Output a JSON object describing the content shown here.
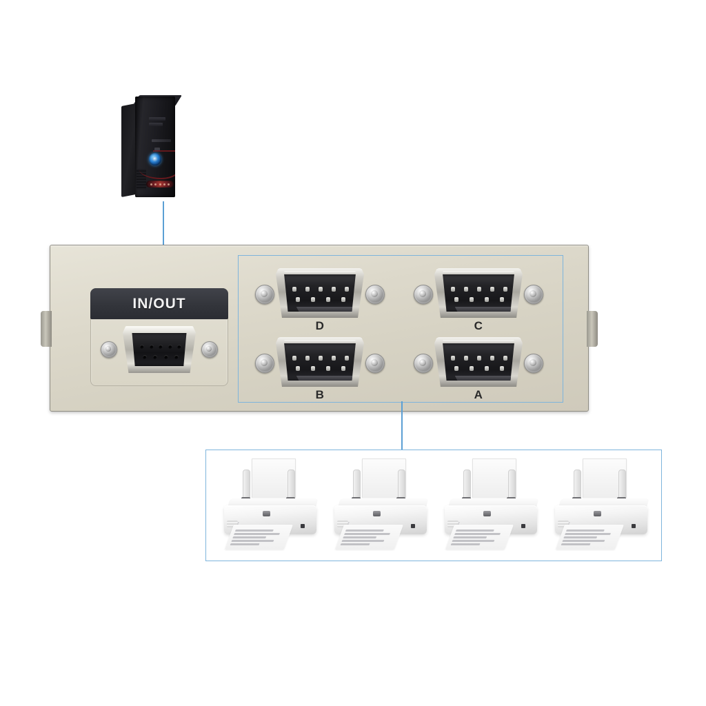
{
  "document": {
    "title": "4-Port DB9 Serial Switch Box Connection Diagram",
    "background_color": "#ffffff"
  },
  "colors": {
    "panel_beige": "#ddd9cb",
    "panel_border": "#8e8c83",
    "header_dark": "#33353b",
    "callout_blue": "#7db4dc",
    "lead_line_blue": "#5b9fd4",
    "label_text": "#2a2a2a",
    "pc_black": "#1c1c21",
    "pc_accent_red": "#6b1a1e",
    "pc_power_blue": "#2b84d8",
    "printer_white": "#f4f4f4"
  },
  "source_device": {
    "name": "pc-tower",
    "type": "desktop computer tower",
    "body_color": "#1c1c21",
    "power_button_color": "#2b84d8",
    "accent_color": "#6b1a1e"
  },
  "leads": [
    {
      "name": "pc-to-inout-lead",
      "color": "#5b9fd4",
      "from": "pc-tower",
      "to": "inout-port"
    },
    {
      "name": "ports-to-printers-lead",
      "color": "#5b9fd4",
      "from": "ports-group",
      "to": "printers-group"
    }
  ],
  "switch_panel": {
    "name": "db9-switch-panel",
    "body_color": "#ddd9cb",
    "inout": {
      "header_label": "IN/OUT",
      "connector_type": "DB9 female",
      "hole_rows": [
        5,
        4
      ],
      "screw_posts": 2
    },
    "ports_group": {
      "border_color": "#7db4dc",
      "ports": [
        {
          "label": "D",
          "row": "top",
          "column": "left",
          "connector_type": "DB9 male",
          "pin_rows": [
            5,
            4
          ],
          "screw_posts": 2
        },
        {
          "label": "C",
          "row": "top",
          "column": "right",
          "connector_type": "DB9 male",
          "pin_rows": [
            5,
            4
          ],
          "screw_posts": 2
        },
        {
          "label": "B",
          "row": "bottom",
          "column": "left",
          "connector_type": "DB9 male",
          "pin_rows": [
            5,
            4
          ],
          "screw_posts": 2
        },
        {
          "label": "A",
          "row": "bottom",
          "column": "right",
          "connector_type": "DB9 male",
          "pin_rows": [
            5,
            4
          ],
          "screw_posts": 2
        }
      ]
    },
    "mounting_tabs": 2
  },
  "printers_group": {
    "name": "printers-callout",
    "border_color": "#7db4dc",
    "count": 4,
    "printers": [
      {
        "index": 1,
        "type": "inkjet printer",
        "color": "#f4f4f4"
      },
      {
        "index": 2,
        "type": "inkjet printer",
        "color": "#f4f4f4"
      },
      {
        "index": 3,
        "type": "inkjet printer",
        "color": "#f4f4f4"
      },
      {
        "index": 4,
        "type": "inkjet printer",
        "color": "#f4f4f4"
      }
    ]
  }
}
